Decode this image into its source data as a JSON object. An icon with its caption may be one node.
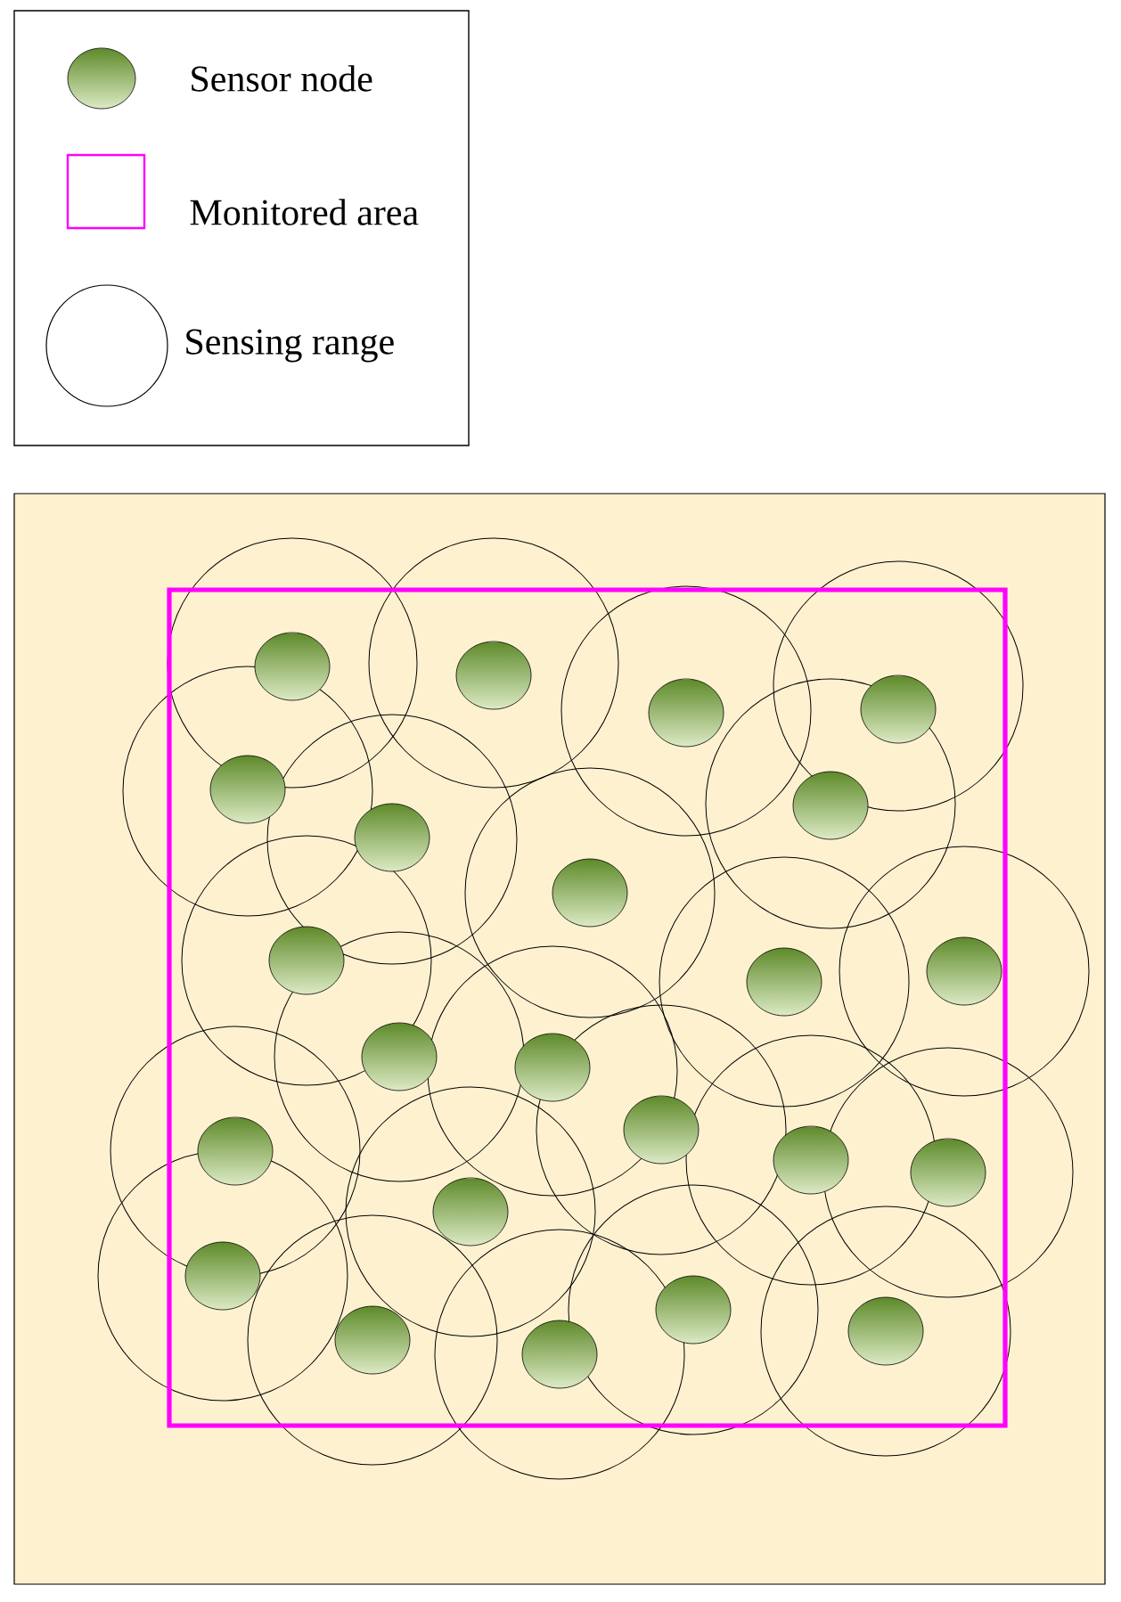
{
  "diagram": {
    "legend": [
      {
        "text": "Sensor node"
      },
      {
        "text": "Monitored area"
      },
      {
        "text": "Sensing range"
      }
    ]
  }
}
